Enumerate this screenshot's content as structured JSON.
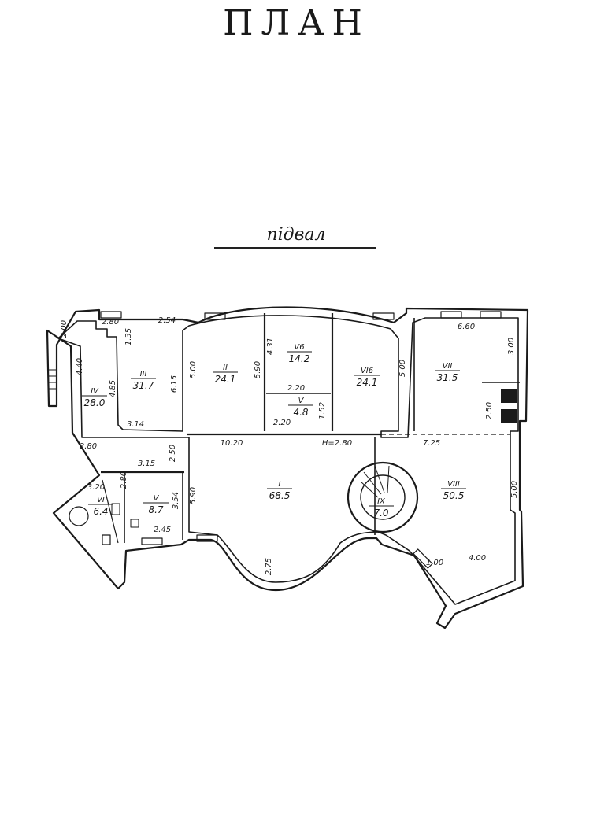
{
  "title": "ПЛАН",
  "subtitle": "підвал",
  "rooms": [
    {
      "id": "r1",
      "number": "I",
      "area": "68.5"
    },
    {
      "id": "r2",
      "number": "II",
      "area": "24.1"
    },
    {
      "id": "r3",
      "number": "III",
      "area": "31.7"
    },
    {
      "id": "r4",
      "number": "IV",
      "area": "28.0"
    },
    {
      "id": "r5",
      "number": "V",
      "area": "8.7"
    },
    {
      "id": "r6",
      "number": "VI",
      "area": "6.4"
    },
    {
      "id": "r7",
      "number": "VII",
      "area": "31.5"
    },
    {
      "id": "r8",
      "number": "VIII",
      "area": "50.5"
    },
    {
      "id": "r9",
      "number": "IX",
      "area": "7.0"
    },
    {
      "id": "r10",
      "number": "V6",
      "area": "14.2"
    },
    {
      "id": "r11",
      "number": "V",
      "area": "4.8"
    },
    {
      "id": "r12",
      "number": "VI6",
      "area": "24.1"
    }
  ],
  "dimensions": [
    "2.80",
    "2.54",
    "1.35",
    "4.40",
    "2.00",
    "4.85",
    "6.15",
    "3.14",
    "5.00",
    "5.90",
    "4.31",
    "2.20",
    "2.20",
    "1.52",
    "5.00",
    "6.60",
    "3.00",
    "2.50",
    "10.20",
    "Н=2.80",
    "7.25",
    "2.50",
    "3.15",
    "2.80",
    "5.90",
    "3.54",
    "2.45",
    "2.75",
    "1.00",
    "4.00",
    "5.00",
    "2.80",
    "3.20"
  ]
}
